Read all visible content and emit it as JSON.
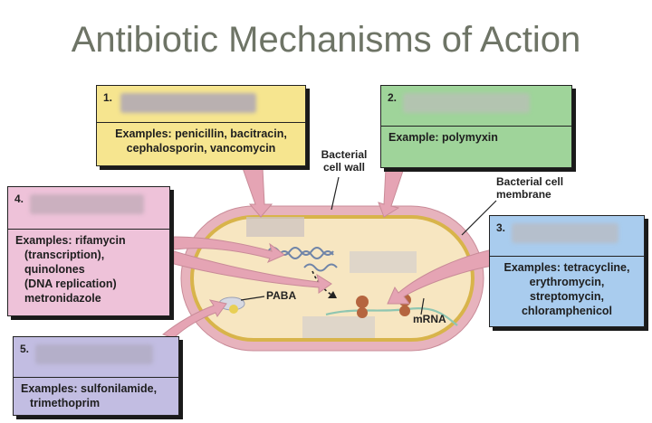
{
  "title": "Antibiotic Mechanisms of Action",
  "boxes": {
    "b1": {
      "number": "1.",
      "examples": [
        "Examples: penicillin, bacitracin,",
        "cephalosporin, vancomycin"
      ],
      "color": "#f6e58f"
    },
    "b2": {
      "number": "2.",
      "examples": [
        "Example: polymyxin"
      ],
      "color": "#9fd49a"
    },
    "b3": {
      "number": "3.",
      "examples": [
        "Examples: tetracycline,",
        "erythromycin,",
        "streptomycin,",
        "chloramphenicol"
      ],
      "color": "#a9ccee"
    },
    "b4": {
      "number": "4.",
      "examples": [
        "Examples: rifamycin",
        "(transcription),",
        "quinolones",
        "(DNA replication)",
        "metronidazole"
      ],
      "color": "#eec2d9"
    },
    "b5": {
      "number": "5.",
      "examples": [
        "Examples: sulfonilamide,",
        "trimethoprim"
      ],
      "color": "#c2bde2"
    }
  },
  "labels": {
    "cell_wall": [
      "Bacterial",
      "cell wall"
    ],
    "cell_membrane": [
      "Bacterial cell",
      "membrane"
    ],
    "paba": "PABA",
    "mrna": "mRNA"
  },
  "colors": {
    "wall": "#e7b3bd",
    "cytoplasm": "#f7e6c1",
    "membrane": "#d8b44a",
    "arrow": "#e5a4b4"
  }
}
